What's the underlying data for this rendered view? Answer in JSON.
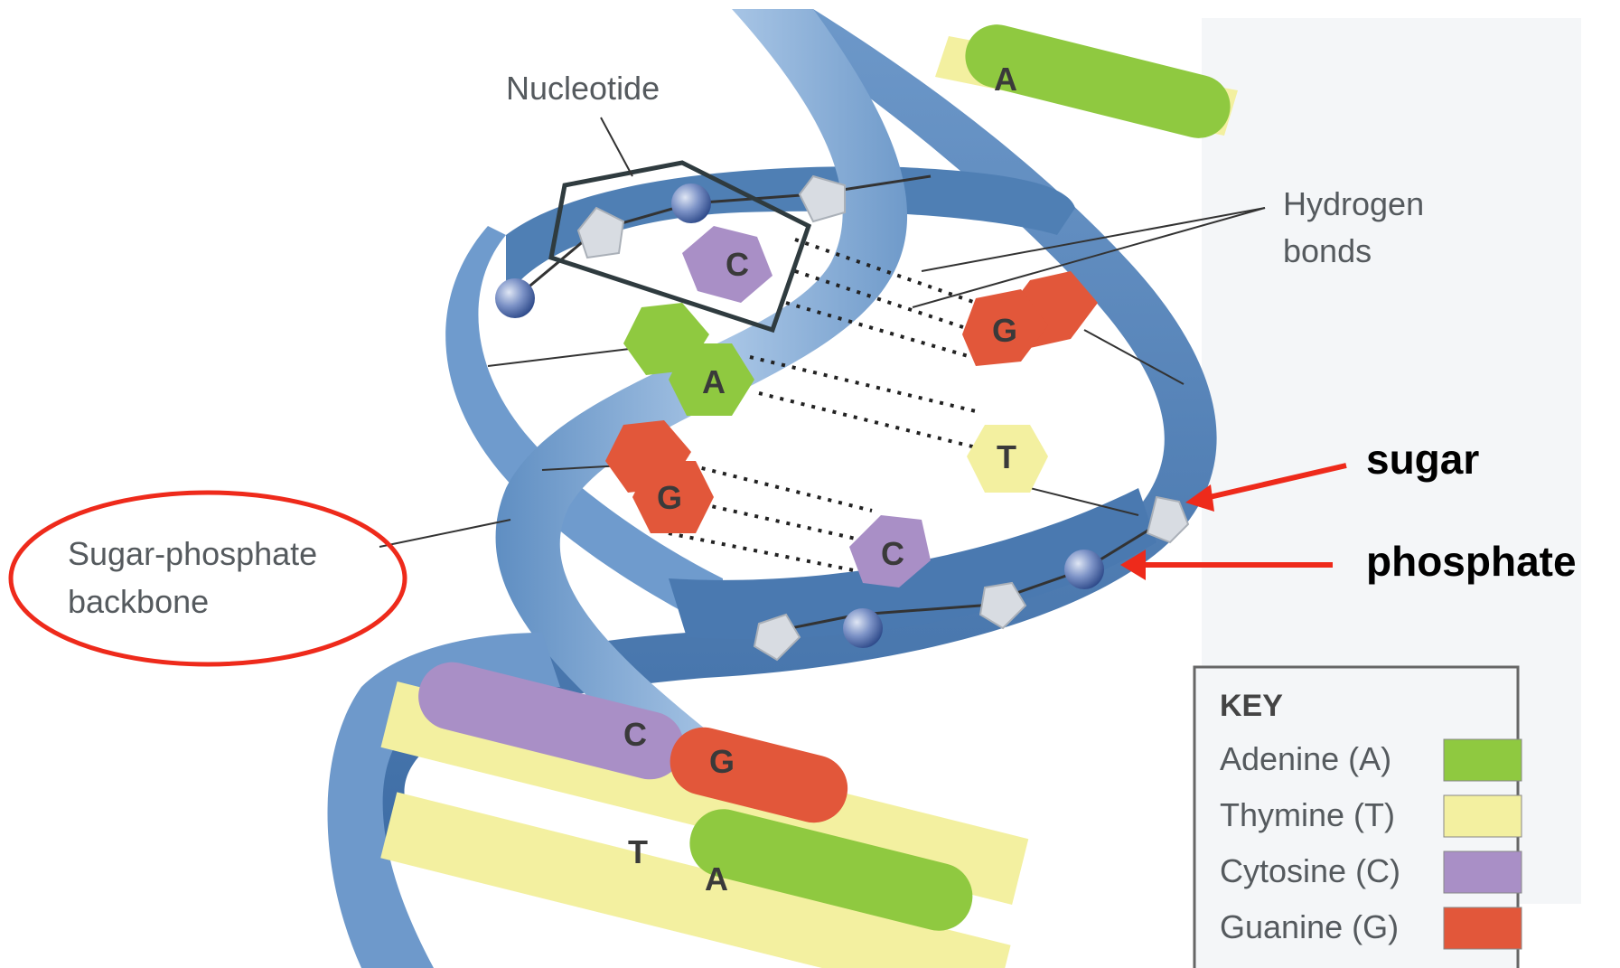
{
  "labels": {
    "nucleotide": "Nucleotide",
    "hydrogen_line1": "Hydrogen",
    "hydrogen_line2": "bonds",
    "backbone_line1": "Sugar-phosphate",
    "backbone_line2": "backbone",
    "sugar": "sugar",
    "phosphate": "phosphate"
  },
  "bases": {
    "top_A": "A",
    "C1": "C",
    "G1": "G",
    "A1": "A",
    "T1": "T",
    "G2": "G",
    "C2": "C",
    "low_C": "C",
    "low_G": "G",
    "low_T": "T",
    "low_A": "A"
  },
  "key": {
    "title": "KEY",
    "items": [
      {
        "label": "Adenine (A)",
        "color": "#8fc940"
      },
      {
        "label": "Thymine (T)",
        "color": "#f3f0a0"
      },
      {
        "label": "Cytosine (C)",
        "color": "#a98fc6"
      },
      {
        "label": "Guanine (G)",
        "color": "#e2573a"
      }
    ]
  },
  "colors": {
    "backbone": "#7ea6d2",
    "backbone_dark": "#4f7fb4",
    "annotation_red": "#ee2a1b",
    "sugar": "#d8dce2",
    "phosphate": "#5a78b6"
  }
}
